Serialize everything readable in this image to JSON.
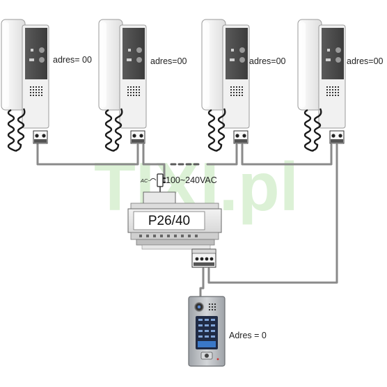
{
  "watermark": "TIXI.pl",
  "handsets": [
    {
      "label": "adres= 00"
    },
    {
      "label": "adres=00"
    },
    {
      "label": "adres=00"
    },
    {
      "label": "adres=00"
    }
  ],
  "power": {
    "ac_label": "AC~",
    "voltage_label": "100~240VAC"
  },
  "supply_unit": {
    "model": "P26/40"
  },
  "door_panel": {
    "label": "Adres = 0"
  },
  "colors": {
    "wire": "#8a8a8a",
    "handset_body": "#f4f4f4",
    "handset_panel": "#4b4b4b",
    "watermark": "#d6efd0",
    "door_panel": "#b9bcc0",
    "keypad": "#1f2a44",
    "keypad_blue": "#3a78c8"
  }
}
